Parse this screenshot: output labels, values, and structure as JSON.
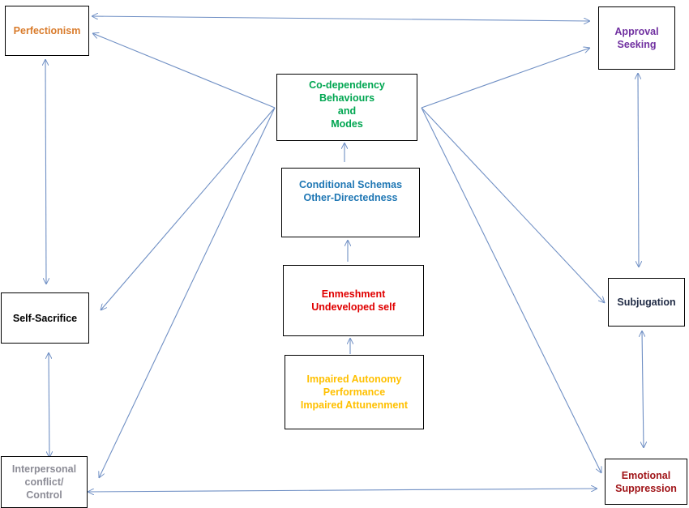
{
  "colors": {
    "perfectionism": "#d97b2b",
    "approval_seeking": "#7030a0",
    "codependency": "#00a651",
    "conditional": "#1f77b4",
    "enmeshment": "#e00000",
    "impaired": "#ffc000",
    "self_sacrifice": "#000000",
    "subjugation": "#1f2a44",
    "interpersonal": "#8c8c96",
    "emotional": "#a01418",
    "connector": "#6f8fc4"
  },
  "nodes": {
    "perfectionism": {
      "lines": [
        "Perfectionism"
      ]
    },
    "approval_seeking": {
      "lines": [
        "Approval",
        "Seeking"
      ]
    },
    "codependency": {
      "lines": [
        "Co-dependency",
        "Behaviours",
        "and",
        "Modes"
      ]
    },
    "conditional": {
      "lines": [
        "Conditional Schemas",
        "Other-Directedness"
      ]
    },
    "enmeshment": {
      "lines": [
        "Enmeshment",
        "Undeveloped self"
      ]
    },
    "impaired": {
      "lines": [
        "Impaired Autonomy",
        "Performance",
        "Impaired Attunenment"
      ]
    },
    "self_sacrifice": {
      "lines": [
        "Self-Sacrifice"
      ]
    },
    "subjugation": {
      "lines": [
        "Subjugation"
      ]
    },
    "interpersonal": {
      "lines": [
        "Interpersonal",
        "conflict/",
        "Control"
      ]
    },
    "emotional": {
      "lines": [
        "Emotional",
        "Suppression"
      ]
    }
  }
}
